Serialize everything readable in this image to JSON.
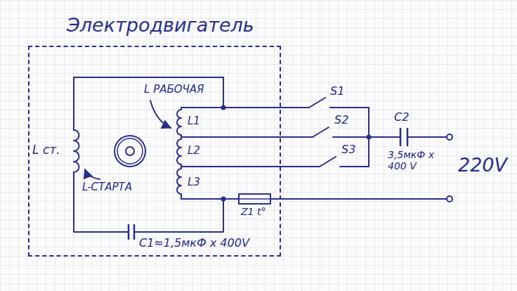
{
  "diagram": {
    "nodes": [
      {
        "text": [
          "Электродвигатель"
        ]
      }
    ],
    "labels": [
      "L РАБОЧАЯ",
      "L1",
      "L2",
      "L3",
      "L ст.",
      "L-СТАРТА",
      "S1",
      "S2",
      "S3",
      "C2",
      "3,5мкФ х 400 V",
      "220V",
      "Z1 t°",
      "C1≈1,5мкФ х 400V"
    ]
  }
}
